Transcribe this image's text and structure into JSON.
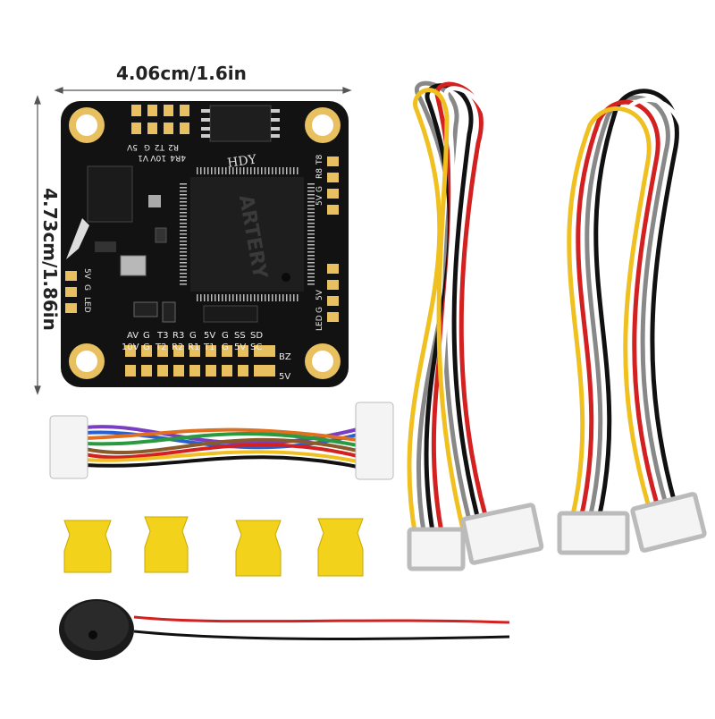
{
  "dimensions": {
    "width_label": "4.06cm/1.6in",
    "height_label": "4.73cm/1.86in"
  },
  "board": {
    "brand_mark": "HDY",
    "chip_marking": "ARTERY",
    "pad_labels_top": [
      "R2",
      "T2",
      "G",
      "5V"
    ],
    "pad_labels_top2": [
      "4R4",
      "10V",
      "V1"
    ],
    "pad_labels_right": [
      "5V",
      "G",
      "R8",
      "T8"
    ],
    "pad_labels_right2": [
      "LED",
      "G",
      "5V"
    ],
    "pad_labels_left": [
      "5V",
      "G",
      "LED"
    ],
    "pad_labels_bottom_row1": [
      "AV",
      "G",
      "T3",
      "R3",
      "G",
      "5V",
      "G",
      "SS",
      "SD"
    ],
    "pad_labels_bottom_row2": [
      "10V",
      "G",
      "T2",
      "R2",
      "R1",
      "T1",
      "G",
      "5V",
      "SC"
    ],
    "pad_labels_corner": [
      "BZ",
      "5V"
    ],
    "colors": {
      "pcb": "#121212",
      "pad": "#e8c060",
      "chip": "#1e1e1e"
    }
  },
  "accessories": {
    "dampers_count": 4,
    "damper_color": "#f2d21a",
    "buzzer_wire_colors": [
      "#d32020",
      "#111111"
    ],
    "cable_colors": [
      "#d32020",
      "#111111",
      "#f0c020",
      "#ffffff",
      "#888888"
    ],
    "jumper_colors": [
      "#7a3fc0",
      "#2a60d0",
      "#e07020",
      "#2a9a40",
      "#111111",
      "#d32020",
      "#f0c020",
      "#8a5a2a"
    ]
  }
}
